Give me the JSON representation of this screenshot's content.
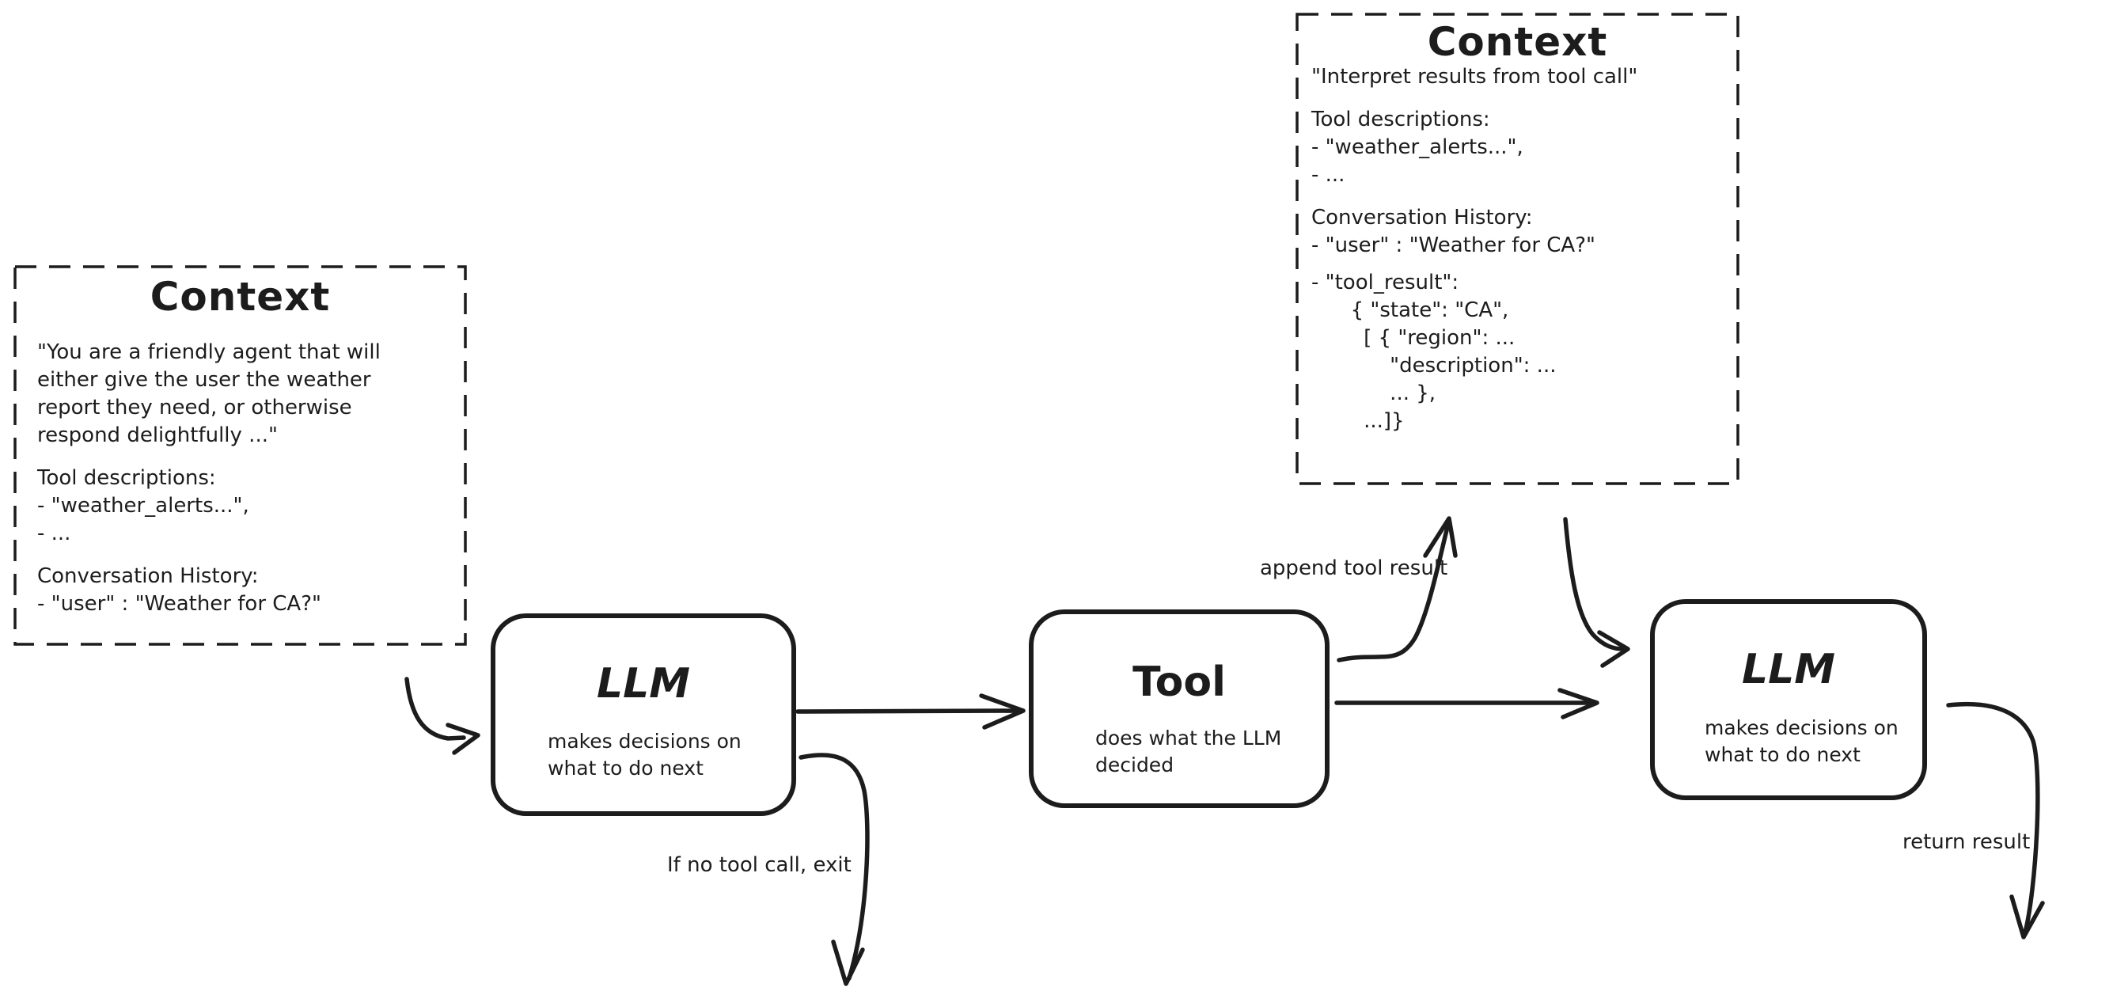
{
  "diagram": {
    "context_box_1": {
      "title": "Context",
      "paragraphs": [
        "\"You are a friendly agent that will\neither give the user the weather\nreport they need, or otherwise\nrespond delightfully ...\"",
        "Tool descriptions:\n- \"weather_alerts...\",\n- ...",
        "Conversation History:\n- \"user\" : \"Weather for CA?\""
      ]
    },
    "context_box_2": {
      "title": "Context",
      "paragraphs": [
        "\"Interpret results from tool call\"",
        "Tool descriptions:\n- \"weather_alerts...\",\n- ...",
        "Conversation History:\n- \"user\" : \"Weather for CA?\"",
        "- \"tool_result\":\n      { \"state\": \"CA\",\n        [ { \"region\": ...\n            \"description\": ...\n            ... },\n        ...]}"
      ]
    },
    "llm_node_1": {
      "title": "LLM",
      "subtitle": "makes decisions on\nwhat to do next"
    },
    "tool_node": {
      "title": "Tool",
      "subtitle": "does what the LLM\ndecided"
    },
    "llm_node_2": {
      "title": "LLM",
      "subtitle": "makes decisions on\nwhat to do next"
    },
    "edge_labels": {
      "append_tool_result": "append tool result",
      "if_no_tool_call_exit": "If no tool call, exit",
      "return_result": "return result"
    },
    "colors": {
      "ink": "#1c1c1c",
      "background": "#ffffff"
    }
  }
}
